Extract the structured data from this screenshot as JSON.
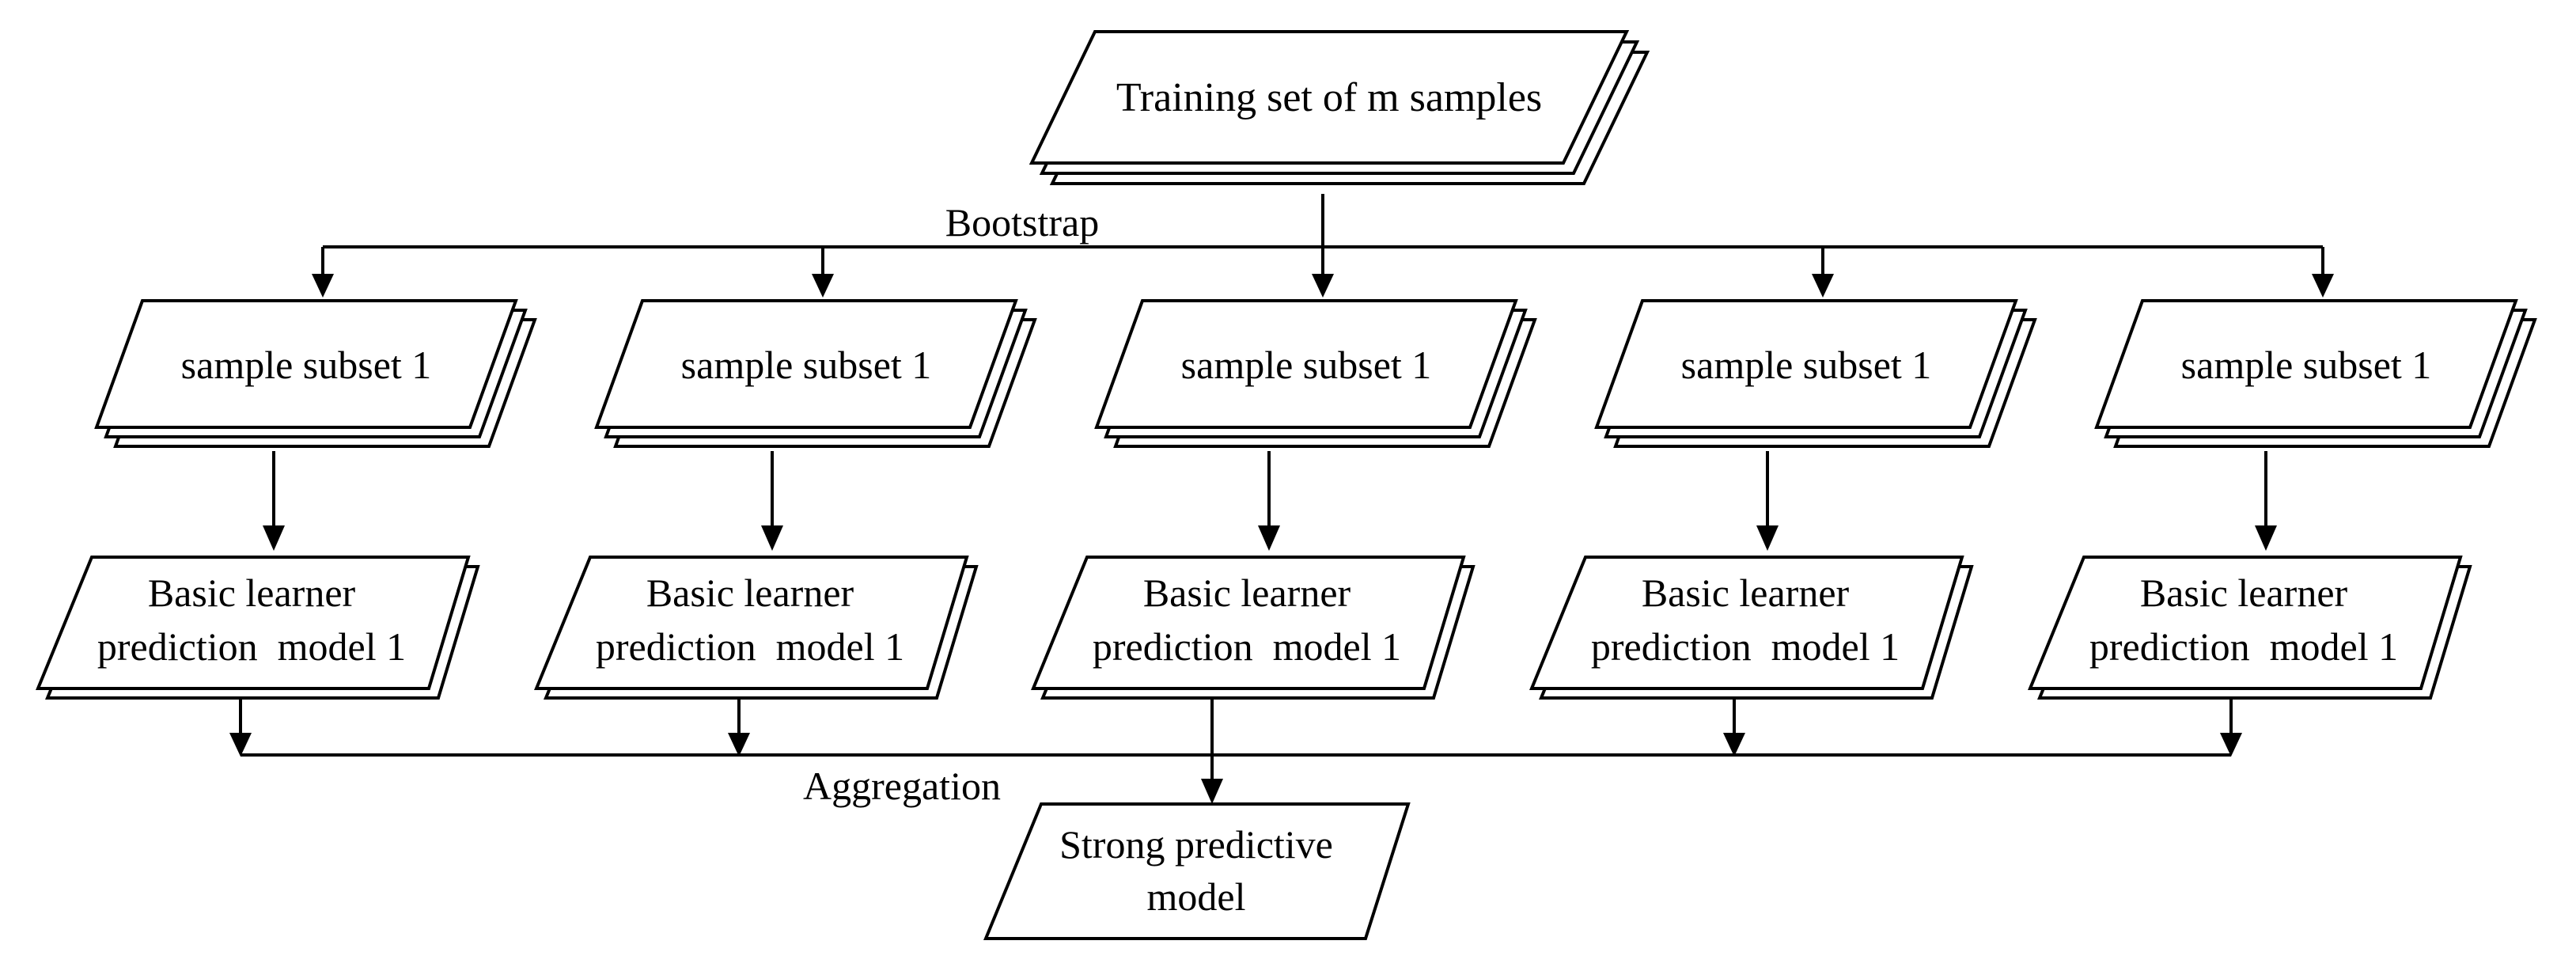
{
  "diagram": {
    "root": {
      "label": "Training set of m samples"
    },
    "split_label": "Bootstrap",
    "subsets": [
      {
        "label": "sample subset 1"
      },
      {
        "label": "sample subset 1"
      },
      {
        "label": "sample subset 1"
      },
      {
        "label": "sample subset 1"
      },
      {
        "label": "sample subset 1"
      }
    ],
    "learners": [
      {
        "line1": "Basic learner",
        "line2": "prediction  model 1"
      },
      {
        "line1": "Basic learner",
        "line2": "prediction  model 1"
      },
      {
        "line1": "Basic learner",
        "line2": "prediction  model 1"
      },
      {
        "line1": "Basic learner",
        "line2": "prediction  model 1"
      },
      {
        "line1": "Basic learner",
        "line2": "prediction  model 1"
      }
    ],
    "merge_label": "Aggregation",
    "result": {
      "line1": "Strong predictive",
      "line2": "model"
    },
    "colors": {
      "stroke": "#000000",
      "fill": "#ffffff"
    }
  }
}
